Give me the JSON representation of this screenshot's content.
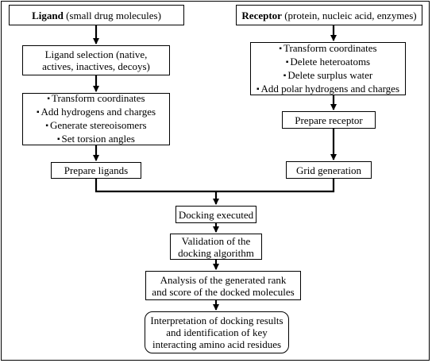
{
  "ligand_header": {
    "bold": "Ligand",
    "rest": " (small drug molecules)"
  },
  "receptor_header": {
    "bold": "Receptor",
    "rest": " (protein, nucleic acid, enzymes)"
  },
  "ligand_selection": [
    "Ligand selection (native,",
    "actives, inactives, decoys)"
  ],
  "ligand_steps": [
    "Transform coordinates",
    "Add hydrogens and charges",
    "Generate stereoisomers",
    "Set torsion angles"
  ],
  "prepare_ligands": "Prepare ligands",
  "receptor_steps": [
    "Transform coordinates",
    "Delete heteroatoms",
    "Delete surplus water",
    "Add polar hydrogens and charges"
  ],
  "prepare_receptor": "Prepare receptor",
  "grid_generation": "Grid generation",
  "docking_executed": "Docking executed",
  "validation": [
    "Validation of the",
    "docking algorithm"
  ],
  "analysis": [
    "Analysis of the generated rank",
    "and score of the docked molecules"
  ],
  "interpretation": [
    "Interpretation of docking results",
    "and identification of key",
    "interacting amino acid residues"
  ]
}
